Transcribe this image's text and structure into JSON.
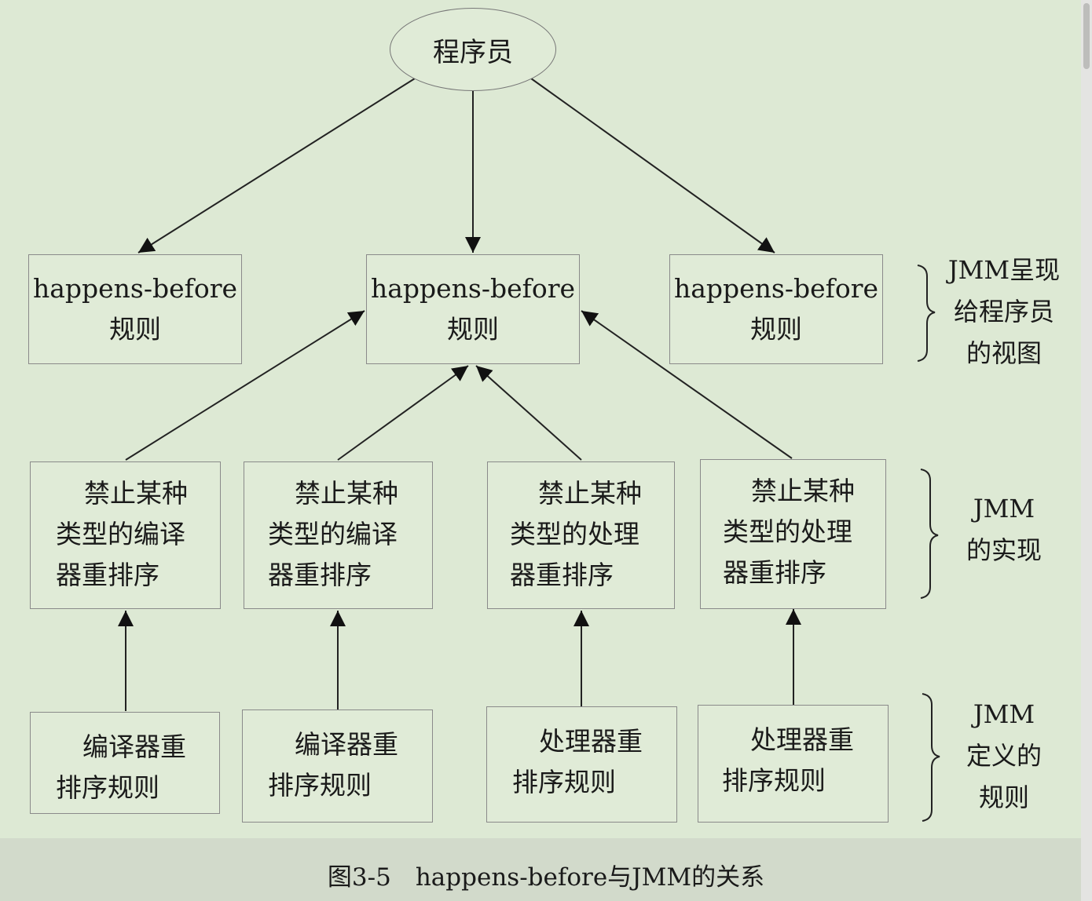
{
  "root": {
    "label": "程序员"
  },
  "view_rules": [
    {
      "lines": [
        "happens-before",
        "规则"
      ]
    },
    {
      "lines": [
        "happens-before",
        "规则"
      ]
    },
    {
      "lines": [
        "happens-before",
        "规则"
      ]
    }
  ],
  "impl_rules": [
    {
      "lines": [
        "禁止某种",
        "类型的编译",
        "器重排序"
      ]
    },
    {
      "lines": [
        "禁止某种",
        "类型的编译",
        "器重排序"
      ]
    },
    {
      "lines": [
        "禁止某种",
        "类型的处理",
        "器重排序"
      ]
    },
    {
      "lines": [
        "禁止某种",
        "类型的处理",
        "器重排序"
      ]
    }
  ],
  "def_rules": [
    {
      "lines": [
        "编译器重",
        "排序规则"
      ]
    },
    {
      "lines": [
        "编译器重",
        "排序规则"
      ]
    },
    {
      "lines": [
        "处理器重",
        "排序规则"
      ]
    },
    {
      "lines": [
        "处理器重",
        "排序规则"
      ]
    }
  ],
  "side_labels": [
    {
      "lines": [
        "JMM呈现",
        "给程序员",
        "的视图"
      ]
    },
    {
      "lines": [
        "JMM",
        "的实现"
      ]
    },
    {
      "lines": [
        "JMM",
        "定义的",
        "规则"
      ]
    }
  ],
  "caption": "图3-5　happens-before与JMM的关系"
}
